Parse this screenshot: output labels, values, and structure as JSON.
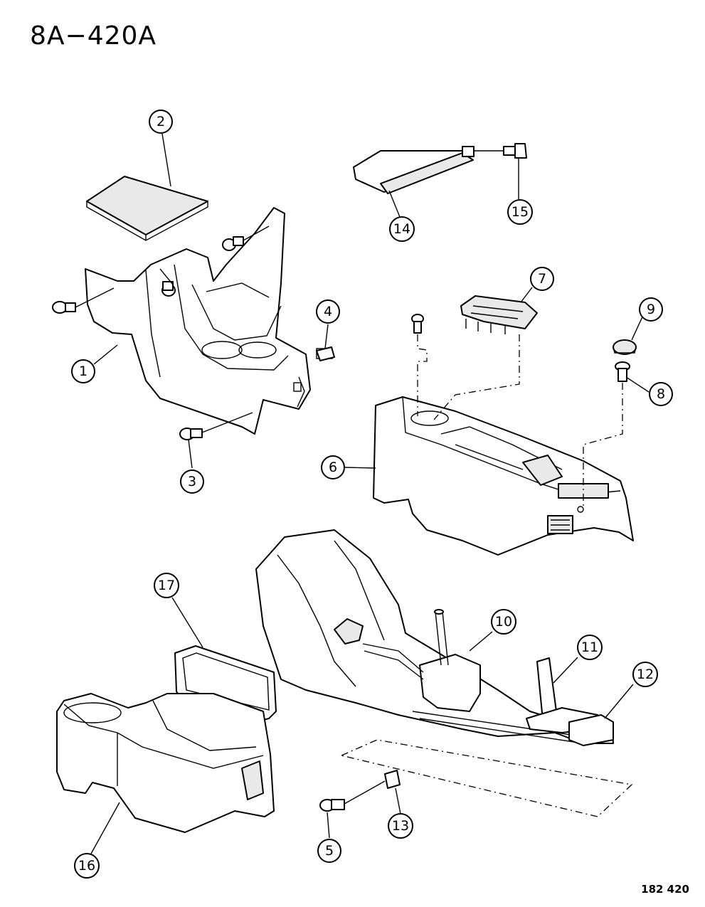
{
  "title": "8A−420A",
  "reference_code": "182 420",
  "callouts": [
    {
      "number": "1"
    },
    {
      "number": "2"
    },
    {
      "number": "3"
    },
    {
      "number": "4"
    },
    {
      "number": "5"
    },
    {
      "number": "6"
    },
    {
      "number": "7"
    },
    {
      "number": "8"
    },
    {
      "number": "9"
    },
    {
      "number": "10"
    },
    {
      "number": "11"
    },
    {
      "number": "12"
    },
    {
      "number": "13"
    },
    {
      "number": "14"
    },
    {
      "number": "15"
    },
    {
      "number": "16"
    },
    {
      "number": "17"
    }
  ]
}
